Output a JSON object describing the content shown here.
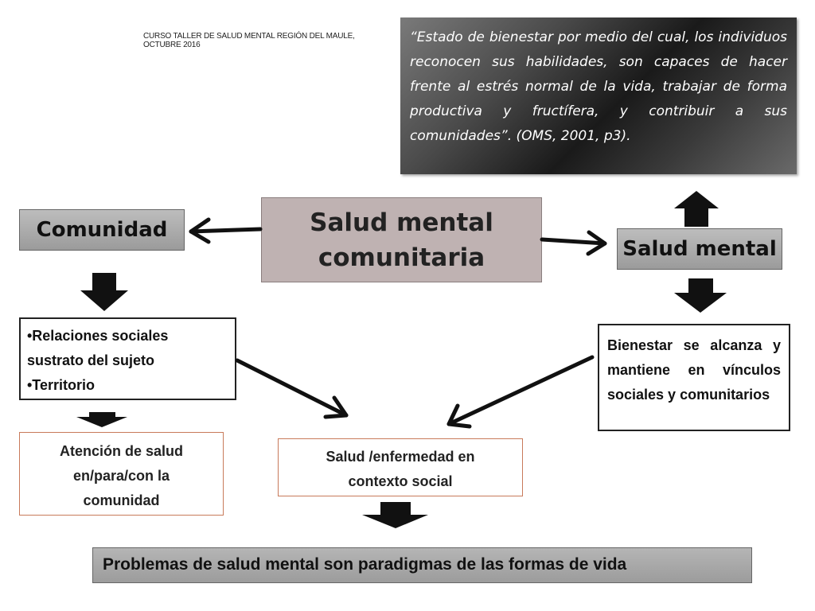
{
  "header": "CURSO TALLER DE SALUD MENTAL REGIÓN DEL MAULE, OCTUBRE 2016",
  "quote": "“Estado de bienestar por medio del cual, los individuos reconocen sus habilidades, son capaces de hacer frente al estrés normal de la vida, trabajar de forma productiva y fructífera, y contribuir a sus comunidades”. (OMS, 2001, p3).",
  "center": {
    "line1": "Salud mental",
    "line2": "comunitaria"
  },
  "comunidad": "Comunidad",
  "salud_mental": "Salud mental",
  "relaciones": {
    "item1": "•Relaciones sociales sustrato del sujeto",
    "item2": "•Territorio"
  },
  "bienestar": "Bienestar se alcanza y mantiene en vínculos sociales y comunitarios",
  "atencion": {
    "line1": "Atención  de salud",
    "line2": "en/para/con la",
    "line3": "comunidad"
  },
  "contexto": {
    "line1": "Salud /enfermedad en",
    "line2": "contexto social"
  },
  "problemas": "Problemas de salud mental son paradigmas de las formas de vida"
}
